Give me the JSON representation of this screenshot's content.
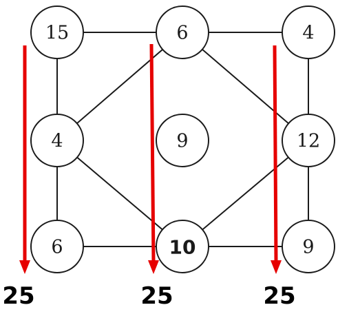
{
  "colors": {
    "arrow": "#e60000",
    "highlight_text": "#e60000",
    "stroke": "#1a1a1a",
    "background": "#ffffff"
  },
  "nodes": [
    {
      "id": "n-top-left",
      "label": "15",
      "highlight": false
    },
    {
      "id": "n-top-mid",
      "label": "6",
      "highlight": false
    },
    {
      "id": "n-top-right",
      "label": "4",
      "highlight": false
    },
    {
      "id": "n-mid-left",
      "label": "4",
      "highlight": false
    },
    {
      "id": "n-center",
      "label": "9",
      "highlight": false
    },
    {
      "id": "n-mid-right",
      "label": "12",
      "highlight": false
    },
    {
      "id": "n-bot-left",
      "label": "6",
      "highlight": false
    },
    {
      "id": "n-bot-mid",
      "label": "10",
      "highlight": true
    },
    {
      "id": "n-bot-right",
      "label": "9",
      "highlight": false
    }
  ],
  "edges": [
    [
      "n-top-left",
      "n-top-mid"
    ],
    [
      "n-top-mid",
      "n-top-right"
    ],
    [
      "n-top-left",
      "n-mid-left"
    ],
    [
      "n-top-right",
      "n-mid-right"
    ],
    [
      "n-top-mid",
      "n-mid-left"
    ],
    [
      "n-top-mid",
      "n-mid-right"
    ],
    [
      "n-mid-left",
      "n-bot-left"
    ],
    [
      "n-mid-right",
      "n-bot-right"
    ],
    [
      "n-mid-left",
      "n-bot-mid"
    ],
    [
      "n-mid-right",
      "n-bot-mid"
    ],
    [
      "n-bot-left",
      "n-bot-mid"
    ],
    [
      "n-bot-mid",
      "n-bot-right"
    ]
  ],
  "column_sums": [
    {
      "id": "sum-left",
      "label": "25"
    },
    {
      "id": "sum-middle",
      "label": "25"
    },
    {
      "id": "sum-right",
      "label": "25"
    }
  ]
}
